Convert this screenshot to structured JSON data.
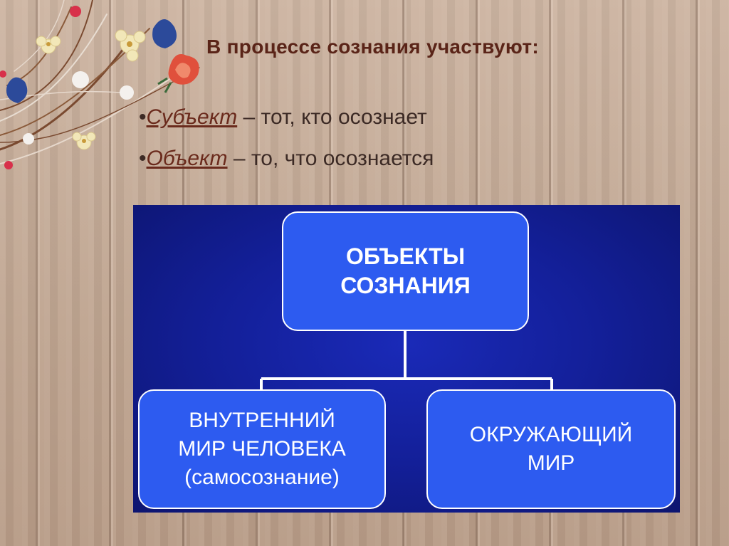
{
  "title": "В процессе сознания участвуют:",
  "bullets": [
    {
      "term": "Субъект",
      "rest": " – тот, кто осознает"
    },
    {
      "term": "Объект",
      "rest": " – то, что осознается"
    }
  ],
  "diagram": {
    "top": {
      "line1": "ОБЪЕКТЫ",
      "line2": "СОЗНАНИЯ"
    },
    "left": {
      "line1": "ВНУТРЕННИЙ",
      "line2": "МИР ЧЕЛОВЕКА",
      "line3": "(самосознание)"
    },
    "right": {
      "line1": "ОКРУЖАЮЩИЙ",
      "line2": "МИР"
    }
  },
  "colors": {
    "title": "#5a2418",
    "panel": "#131f98",
    "box": "#2d5bf0",
    "box_border": "#ffffff"
  }
}
